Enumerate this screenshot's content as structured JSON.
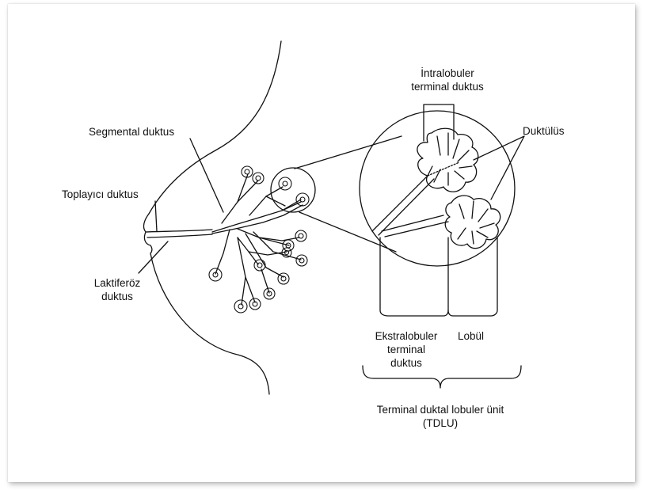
{
  "labels": {
    "segmental": "Segmental duktus",
    "toplayici": "Toplayıcı duktus",
    "laktiferoz_line1": "Laktiferöz",
    "laktiferoz_line2": "duktus",
    "intralobuler_line1": "İntralobuler",
    "intralobuler_line2": "terminal duktus",
    "duktulus": "Duktülüs",
    "ekstralobuler_line1": "Ekstralobuler",
    "ekstralobuler_line2": "terminal",
    "ekstralobuler_line3": "duktus",
    "lobul": "Lobül",
    "tdlu_line1": "Terminal duktal lobuler ünit",
    "tdlu_line2": "(TDLU)"
  },
  "colors": {
    "stroke": "#111111",
    "background": "#ffffff"
  }
}
